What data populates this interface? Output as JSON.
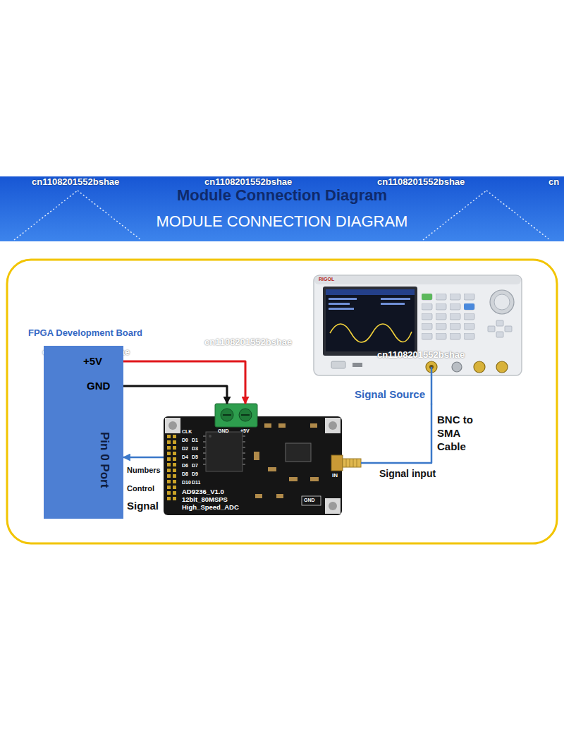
{
  "diagram": {
    "title": "Module Connection Diagram",
    "nodes": [
      {
        "text": [
          "FPGA Development Board",
          "+5V",
          "GND",
          "Pin 0 Port"
        ]
      },
      {
        "text": [
          "AD9236_V1.0 12bit_80MSPS High_Speed_ADC"
        ]
      },
      {
        "text": [
          "Signal Source"
        ]
      }
    ],
    "edges": [
      {
        "from": 0,
        "to": 1,
        "arrow": "to"
      },
      {
        "from": 0,
        "to": 1,
        "arrow": "to"
      },
      {
        "from": 1,
        "to": 0,
        "arrow": "to"
      },
      {
        "from": 2,
        "to": 1,
        "label": "BNC to SMA Cable",
        "arrow": "none"
      }
    ],
    "labels": [
      "cn1108201552bshae",
      "cn1108201552bshae",
      "cn1108201552bshae",
      "cn",
      "MODULE CONNECTION DIAGRAM",
      "cn1108201552bshae",
      "cn1108201552bshae",
      "cn1108201552bshae",
      "Numbers",
      "Control",
      "Signal",
      "Signal input",
      "GND",
      "+5V",
      "IN",
      "GND",
      "RIGOL",
      "CLK",
      "D0",
      "D1",
      "D2",
      "D3",
      "D4",
      "D5",
      "D6",
      "D7",
      "D8",
      "D9",
      "D10",
      "D11"
    ]
  }
}
